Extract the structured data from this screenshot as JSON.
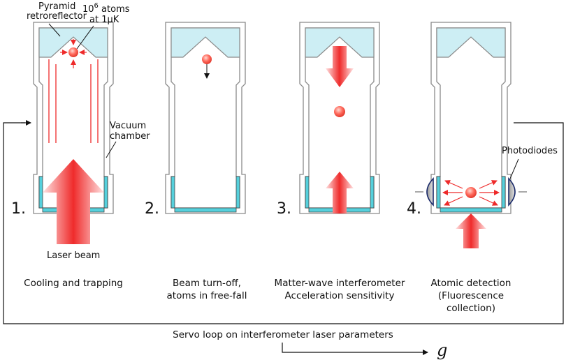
{
  "labels": {
    "pyramid_line1": "Pyramid",
    "pyramid_line2": "retroreflector",
    "atoms_base": "10",
    "atoms_exp": "6",
    "atoms_line1_rest": " atoms",
    "atoms_line2": "at 1µK",
    "vacuum_line1": "Vacuum",
    "vacuum_line2": "chamber",
    "laser_beam": "Laser beam",
    "photodiodes": "Photodiodes"
  },
  "steps": [
    {
      "number": "1.",
      "caption": [
        "Cooling and trapping"
      ]
    },
    {
      "number": "2.",
      "caption": [
        "Beam turn-off,",
        "atoms in free-fall"
      ]
    },
    {
      "number": "3.",
      "caption": [
        "Matter-wave interferometer",
        "Acceleration sensitivity"
      ]
    },
    {
      "number": "4.",
      "caption": [
        "Atomic detection",
        "(Fluorescence",
        "collection)"
      ]
    }
  ],
  "servo_label": "Servo loop on interferometer laser parameters",
  "output_symbol": "g",
  "colors": {
    "chamber_outline": "#8a8a8a",
    "reflector_fill": "#cdeef4",
    "window_fill": "#55d0dc",
    "laser_red": "#ee2a2a",
    "atom_red": "#ff7a6e"
  }
}
